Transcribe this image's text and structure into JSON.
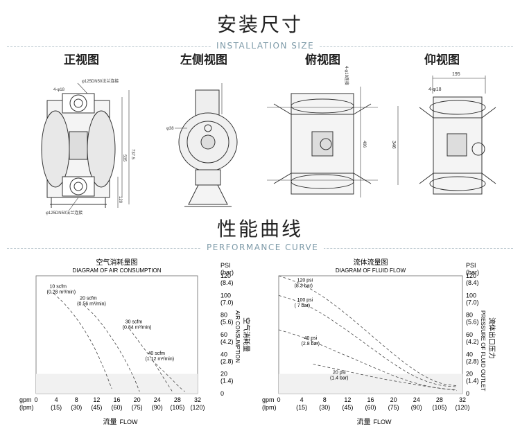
{
  "header": {
    "title": "安装尺寸",
    "subtitle": "INSTALLATION SIZE"
  },
  "views": [
    {
      "label": "正视图"
    },
    {
      "label": "左侧视图"
    },
    {
      "label": "俯视图"
    },
    {
      "label": "仰视图"
    }
  ],
  "dims": {
    "front_hole": "4-φ18",
    "front_inlet_top": "φ125DN50法兰连接",
    "front_inlet_bottom": "φ125DN50法兰连接",
    "front_h1": "535",
    "front_h2": "737.5",
    "front_h3": "120",
    "side_dia": "φ38",
    "top_flange": "4-φ18连接",
    "top_h": "496",
    "bottom_w": "195",
    "bottom_hole": "4-φ18",
    "bottom_h": "346"
  },
  "performance": {
    "title": "性能曲线",
    "subtitle": "PERFORMANCE CURVE"
  },
  "chart_data": [
    {
      "type": "line",
      "title_cn": "空气消耗量图",
      "title": "DIAGRAM OF AIR CONSUMPTION",
      "x_unit_top": "gpm",
      "x_unit_bottom": "(lpm)",
      "x_ticks_gpm": [
        "0",
        "4",
        "8",
        "12",
        "16",
        "20",
        "24",
        "28",
        "32"
      ],
      "x_ticks_lpm": [
        "(15)",
        "(30)",
        "(45)",
        "(60)",
        "(75)",
        "(90)",
        "(105)",
        "(120)"
      ],
      "x_range": [
        0,
        32
      ],
      "y_unit_top": "PSI",
      "y_unit_bottom": "(bar)",
      "y_ticks_psi": [
        "120",
        "100",
        "80",
        "60",
        "40",
        "20",
        "0"
      ],
      "y_ticks_bar": [
        "(8.4)",
        "(7.0)",
        "(5.6)",
        "(4.2)",
        "(2.8)",
        "(1.4)"
      ],
      "y_range": [
        0,
        120
      ],
      "xlabel_cn": "流量",
      "xlabel": "FLOW",
      "ylabel_cn": "空气消耗量",
      "ylabel": "AIR CONSUMPTION",
      "series": [
        {
          "name": "10 scfm",
          "unit": "(0.28 m³/min)",
          "x": [
            3.5,
            6,
            9,
            11.5,
            13.5,
            15
          ],
          "y": [
            102,
            90,
            70,
            48,
            25,
            5
          ]
        },
        {
          "name": "20 scfm",
          "unit": "(0.56 m³/min)",
          "x": [
            9.5,
            12,
            15,
            17.5,
            19.5,
            20.5
          ],
          "y": [
            90,
            78,
            57,
            36,
            15,
            2
          ]
        },
        {
          "name": "30 scfm",
          "unit": "(0.84 m³/min)",
          "x": [
            18.5,
            20.5,
            23,
            25,
            27
          ],
          "y": [
            66,
            52,
            35,
            18,
            2
          ]
        },
        {
          "name": "40 scfm",
          "unit": "(1.12 m³/min)",
          "x": [
            23,
            25,
            27,
            28.5,
            29.5
          ],
          "y": [
            34,
            24,
            14,
            6,
            2
          ]
        }
      ]
    },
    {
      "type": "line",
      "title_cn": "流体流量图",
      "title": "DIAGRAM OF FLUID FLOW",
      "x_unit_top": "gpm",
      "x_unit_bottom": "(lpm)",
      "x_ticks_gpm": [
        "0",
        "4",
        "8",
        "12",
        "16",
        "20",
        "24",
        "28",
        "32"
      ],
      "x_ticks_lpm": [
        "(15)",
        "(30)",
        "(45)",
        "(60)",
        "(75)",
        "(90)",
        "(105)",
        "(120)"
      ],
      "x_range": [
        0,
        32
      ],
      "y_unit_top": "PSI",
      "y_unit_bottom": "(bar)",
      "y_ticks_psi": [
        "120",
        "100",
        "80",
        "60",
        "40",
        "20",
        "0"
      ],
      "y_ticks_bar": [
        "(8.4)",
        "(7.0)",
        "(5.6)",
        "(4.2)",
        "(2.8)",
        "(1.4)"
      ],
      "y_range": [
        0,
        120
      ],
      "xlabel_cn": "流量",
      "xlabel": "FLOW",
      "ylabel_cn": "流体出口压力",
      "ylabel": "PRESSURE OF FLUID OUTLET",
      "series": [
        {
          "name": "120 psi",
          "unit": "(8.3 bar)",
          "x": [
            0,
            4,
            8,
            12,
            16,
            20,
            24,
            28,
            31
          ],
          "y": [
            120,
            112,
            98,
            80,
            60,
            40,
            22,
            10,
            8
          ]
        },
        {
          "name": "100 psi",
          "unit": "( 7 bar)",
          "x": [
            0,
            4,
            8,
            12,
            16,
            20,
            24,
            28,
            31
          ],
          "y": [
            100,
            93,
            80,
            64,
            47,
            30,
            16,
            8,
            7
          ]
        },
        {
          "name": "40 psi",
          "unit": "(2.8 bar)",
          "x": [
            0,
            4,
            8,
            12,
            16,
            20,
            24,
            28,
            31
          ],
          "y": [
            65,
            58,
            48,
            38,
            28,
            18,
            10,
            5,
            4
          ]
        },
        {
          "name": "20 psi",
          "unit": "(1.4 bar)",
          "x": [
            6,
            10,
            14,
            18,
            22,
            26,
            30,
            31
          ],
          "y": [
            30,
            25,
            20,
            15,
            11,
            7,
            4,
            3
          ]
        }
      ]
    }
  ]
}
